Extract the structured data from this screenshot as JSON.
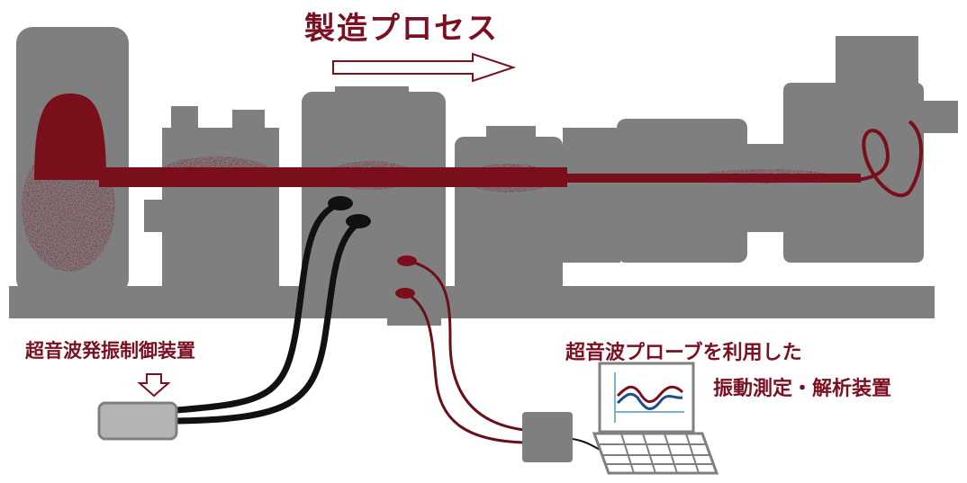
{
  "title": "製造プロセス",
  "labels": {
    "generator": "超音波発振制御装置",
    "analyzer_line1": "超音波プローブを利用した",
    "analyzer_line2": "振動測定・解析装置"
  },
  "colors": {
    "machine_gray": "#7f7f7f",
    "material_red": "#7a0f1c",
    "label_red": "#7a1020",
    "cable_black": "#111111",
    "device_gray": "#b4b4b4"
  }
}
